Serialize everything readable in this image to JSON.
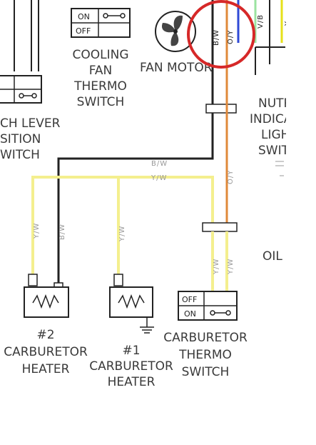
{
  "colors": {
    "black_white_wire": "#222222",
    "yellow_white_wire": "#f4ef8e",
    "orange_yellow_wire": "#e0893a",
    "highlight_circle": "#d62828",
    "blue_wire": "#2f4ad6",
    "lt_green_wire": "#9be3a0",
    "yellow_wire_right": "#e6e01a"
  },
  "components": {
    "cooling_fan_switch": {
      "state_on": "ON",
      "state_off": "OFF",
      "label_lines": [
        "COOLING",
        "FAN",
        "THERMO",
        "SWITCH"
      ]
    },
    "fan_motor": {
      "label": "FAN MOTOR"
    },
    "clutch_lever_switch": {
      "label_lines": [
        "CH LEVER",
        "SITION",
        "WITCH"
      ]
    },
    "neutral_indicator": {
      "label_lines": [
        "NUTR",
        "INDICA",
        "LIGH",
        "SWIT"
      ]
    },
    "oil": {
      "label": "OIL I"
    },
    "carb_heater_2": {
      "label_lines": [
        "#2",
        "CARBURETOR",
        "HEATER"
      ]
    },
    "carb_heater_1": {
      "label_lines": [
        "#1",
        "CARBURETOR",
        "HEATER"
      ]
    },
    "carb_thermo_switch": {
      "state_off": "OFF",
      "state_on": "ON",
      "label_lines": [
        "CARBURETOR",
        "THERMO",
        "SWITCH"
      ]
    }
  },
  "wire_labels": {
    "bw_top": "B/W",
    "oy_top": "O/Y",
    "bw_mid": "B/W",
    "yw_mid": "Y/W",
    "oy_mid": "O/Y",
    "yw_left": "Y/W",
    "bw_left": "B/W",
    "yw_center": "Y/W",
    "yw_sw1": "Y/W",
    "yw_sw2": "Y/W",
    "right_vb": "V/B",
    "right_y": "Y"
  }
}
